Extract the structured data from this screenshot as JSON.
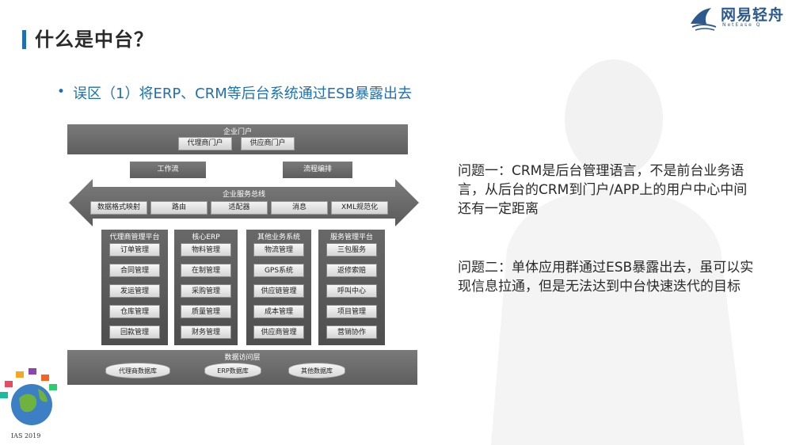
{
  "slide": {
    "title": "什么是中台？",
    "bullet": "•",
    "subtitle": "误区（1）将ERP、CRM等后台系统通过ESB暴露出去"
  },
  "logo": {
    "text": "网易轻舟",
    "sub": "NetEase Q"
  },
  "diagram": {
    "portal": {
      "title": "企业门户",
      "items": [
        "代理商门户",
        "供应商门户"
      ]
    },
    "workflow": "工作流",
    "orchestration": "流程编排",
    "esb": {
      "title": "企业服务总线",
      "items": [
        "数据格式映射",
        "路由",
        "适配器",
        "消息",
        "XML规范化"
      ]
    },
    "columns": [
      {
        "title": "代理商管理平台",
        "items": [
          "订单管理",
          "合同管理",
          "发运管理",
          "仓库管理",
          "回款管理"
        ]
      },
      {
        "title": "核心ERP",
        "items": [
          "物料管理",
          "在制管理",
          "采购管理",
          "质量管理",
          "财务管理"
        ]
      },
      {
        "title": "其他业务系统",
        "items": [
          "物流管理",
          "GPS系统",
          "供应链管理",
          "成本管理",
          "供应商管理"
        ]
      },
      {
        "title": "服务管理平台",
        "items": [
          "三包服务",
          "返修索赔",
          "呼叫中心",
          "项目管理",
          "营销协作"
        ]
      }
    ],
    "data_layer": {
      "title": "数据访问层",
      "items": [
        "代理商数据库",
        "ERP数据库",
        "其他数据库"
      ]
    }
  },
  "questions": {
    "q1": "问题一：CRM是后台管理语言，不是前台业务语言，从后台的CRM到门户/APP上的用户中心中间还有一定距离",
    "q2": "问题二：单体应用群通过ESB暴露出去，虽可以实现信息拉通，但是无法达到中台快速迭代的目标"
  },
  "badge": {
    "text": "IAS 2019"
  }
}
